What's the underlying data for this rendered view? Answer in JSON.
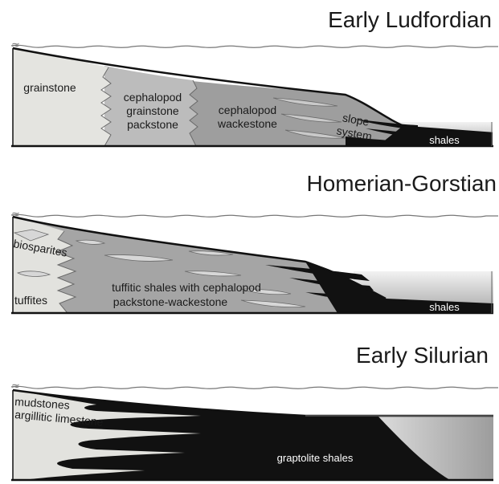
{
  "panels": {
    "ludfordian": {
      "title": "Early Ludfordian",
      "labels": {
        "grainstone": "grainstone",
        "cgp_1": "cephalopod",
        "cgp_2": "grainstone",
        "cgp_3": "packstone",
        "cw_1": "cephalopod",
        "cw_2": "wackestone",
        "slope_1": "slope",
        "slope_2": "system",
        "shales": "shales"
      }
    },
    "homerian": {
      "title": "Homerian-Gorstian",
      "labels": {
        "biosparites": "biosparites",
        "tuffites": "tuffites",
        "tsc_1": "tuffitic shales with cephalopod",
        "tsc_2": "packstone-wackestone",
        "shales": "shales"
      }
    },
    "silurian": {
      "title": "Early Silurian",
      "labels": {
        "mudstones": "mudstones",
        "argillitic": "argillitic limestone",
        "graptolite": "graptolite shales"
      }
    }
  },
  "colors": {
    "light_facies": "#e4e4e0",
    "mid_facies": "#bdbdbd",
    "dark_facies": "#9c9c9c",
    "black_shale": "#111111",
    "basin_water": "#c6c6c6"
  }
}
